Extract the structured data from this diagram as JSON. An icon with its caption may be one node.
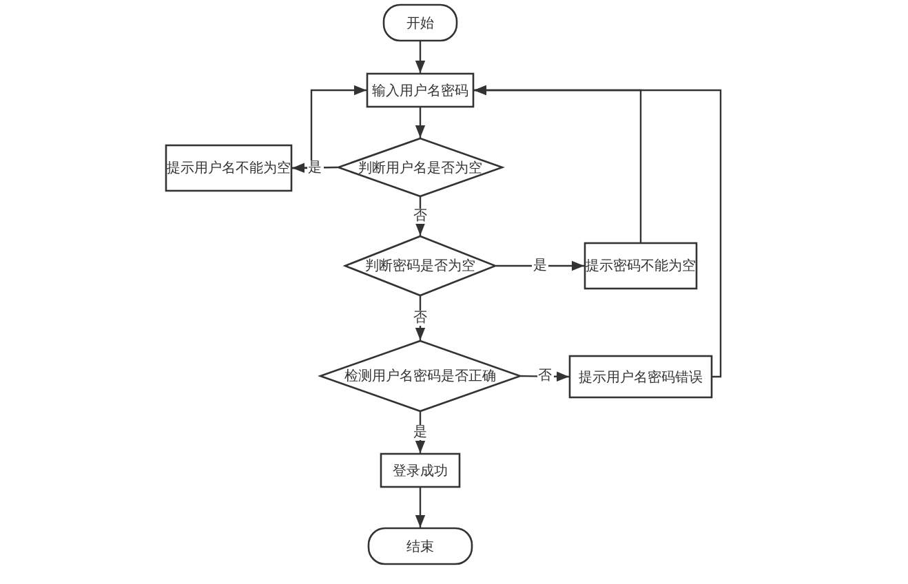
{
  "diagram": {
    "nodes": [
      {
        "text": [
          "开始"
        ]
      },
      {
        "text": [
          "输入用户名密码"
        ]
      },
      {
        "text": [
          "判断用户名是否为空"
        ]
      },
      {
        "text": [
          "提示用户名不能为空"
        ]
      },
      {
        "text": [
          "判断密码是否为空"
        ]
      },
      {
        "text": [
          "提示密码不能为空"
        ]
      },
      {
        "text": [
          "检测用户名密码是否正确"
        ]
      },
      {
        "text": [
          "提示用户名密码错误"
        ]
      },
      {
        "text": [
          "登录成功"
        ]
      },
      {
        "text": [
          "结束"
        ]
      }
    ],
    "edges": [
      {
        "from": 0,
        "to": 1,
        "arrow": "to"
      },
      {
        "from": 1,
        "to": 2,
        "arrow": "to"
      },
      {
        "from": 2,
        "to": 3,
        "label": "是",
        "arrow": "to"
      },
      {
        "from": 3,
        "to": 1,
        "arrow": "to"
      },
      {
        "from": 2,
        "to": 4,
        "label": "否",
        "arrow": "to"
      },
      {
        "from": 4,
        "to": 5,
        "label": "是",
        "arrow": "to"
      },
      {
        "from": 5,
        "to": 1,
        "arrow": "to"
      },
      {
        "from": 6,
        "to": 7,
        "label": "否",
        "arrow": "to"
      },
      {
        "from": 7,
        "to": 1,
        "arrow": "to"
      },
      {
        "from": 4,
        "to": 6,
        "label": "否",
        "arrow": "to"
      },
      {
        "from": 6,
        "to": 8,
        "label": "是",
        "arrow": "to"
      },
      {
        "from": 8,
        "to": 9,
        "arrow": "to"
      }
    ]
  }
}
